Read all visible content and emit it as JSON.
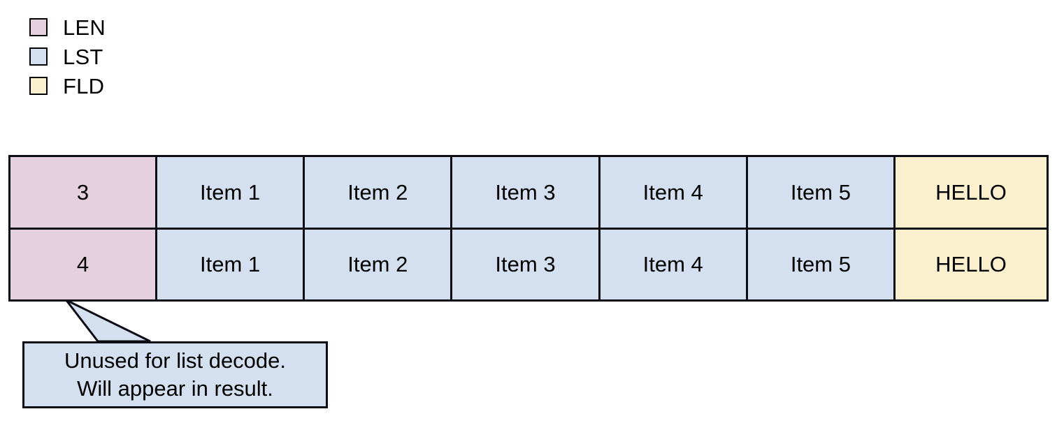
{
  "legend": {
    "items": [
      {
        "label": "LEN",
        "color": "#e5d1dd",
        "swatch_name": "legend-swatch-len"
      },
      {
        "label": "LST",
        "color": "#d4e0f0",
        "swatch_name": "legend-swatch-lst"
      },
      {
        "label": "FLD",
        "color": "#fbf0cd",
        "swatch_name": "legend-swatch-fld"
      }
    ]
  },
  "table": {
    "rows": [
      {
        "len": "3",
        "list": [
          "Item 1",
          "Item 2",
          "Item 3",
          "Item 4",
          "Item 5"
        ],
        "fld": "HELLO"
      },
      {
        "len": "4",
        "list": [
          "Item 1",
          "Item 2",
          "Item 3",
          "Item 4",
          "Item 5"
        ],
        "fld": "HELLO"
      }
    ]
  },
  "callout": {
    "line1": "Unused for list decode.",
    "line2": "Will appear in result.",
    "fill": "#d4e0f0",
    "stroke": "#0c0c14"
  },
  "colors": {
    "len": "#e5d1dd",
    "lst": "#d4e0f0",
    "fld": "#fbf0cd",
    "stroke": "#0c0c14",
    "background": "#ffffff"
  }
}
